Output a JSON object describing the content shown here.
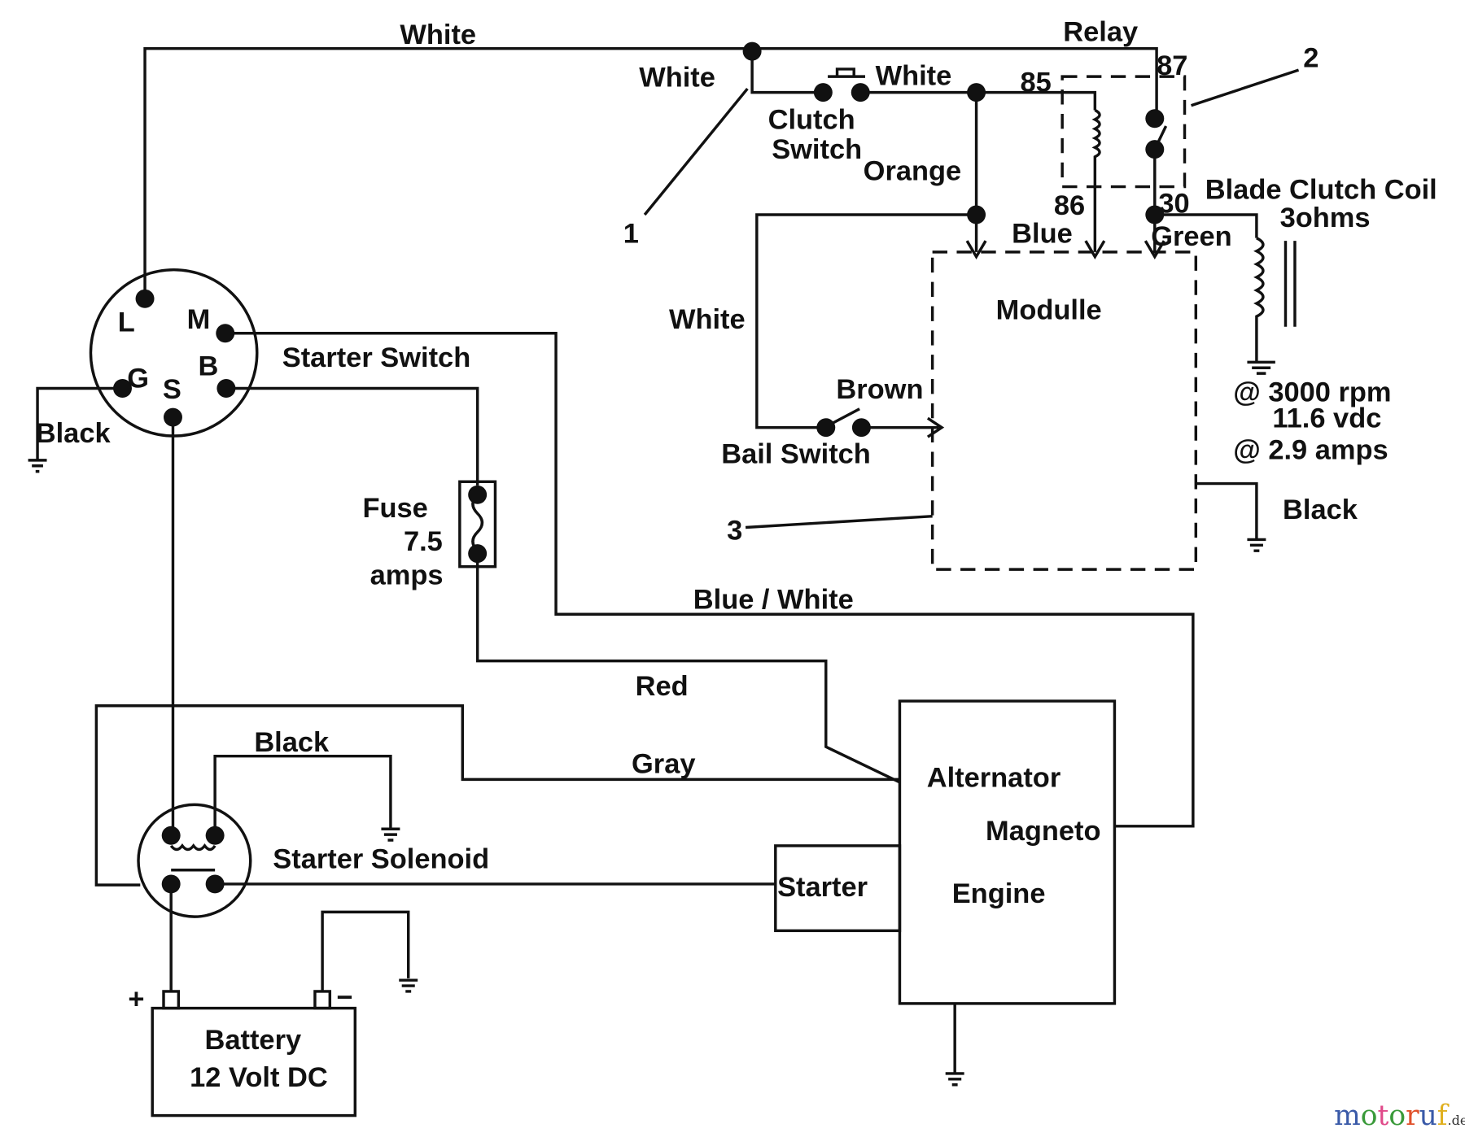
{
  "wires": {
    "white_top": "White",
    "white_clutch": "White",
    "white_relay": "White",
    "white_bail": "White",
    "orange": "Orange",
    "blue": "Blue",
    "green": "Green",
    "brown": "Brown",
    "black_ground": "Black",
    "black_module": "Black",
    "black_solenoid": "Black",
    "blue_white": "Blue / White",
    "red": "Red",
    "gray": "Gray"
  },
  "components": {
    "relay": "Relay",
    "clutch_switch_1": "Clutch",
    "clutch_switch_2": "Switch",
    "bail_switch": "Bail Switch",
    "module": "Modulle",
    "blade_clutch_1": "Blade Clutch Coil",
    "blade_clutch_2": "3ohms",
    "spec_1": "@ 3000 rpm",
    "spec_2": "11.6 vdc",
    "spec_3": "@ 2.9 amps",
    "starter_switch": "Starter Switch",
    "fuse_1": "Fuse",
    "fuse_2": "7.5",
    "fuse_3": "amps",
    "starter_solenoid": "Starter Solenoid",
    "battery_1": "Battery",
    "battery_2": "12 Volt DC",
    "alternator": "Alternator",
    "magneto": "Magneto",
    "engine": "Engine",
    "starter": "Starter"
  },
  "terminals": {
    "L": "L",
    "M": "M",
    "G": "G",
    "B": "B",
    "S": "S",
    "r85": "85",
    "r86": "86",
    "r87": "87",
    "r30": "30",
    "plus": "+",
    "minus": "−"
  },
  "callouts": {
    "c1": "1",
    "c2": "2",
    "c3": "3"
  },
  "watermark": {
    "text": "motoruf",
    "suffix": ".de",
    "colors": [
      "#3a5aa8",
      "#3a9a3a",
      "#e04a8a",
      "#3a9a3a",
      "#e0502a",
      "#3a5aa8",
      "#e0b020"
    ]
  }
}
